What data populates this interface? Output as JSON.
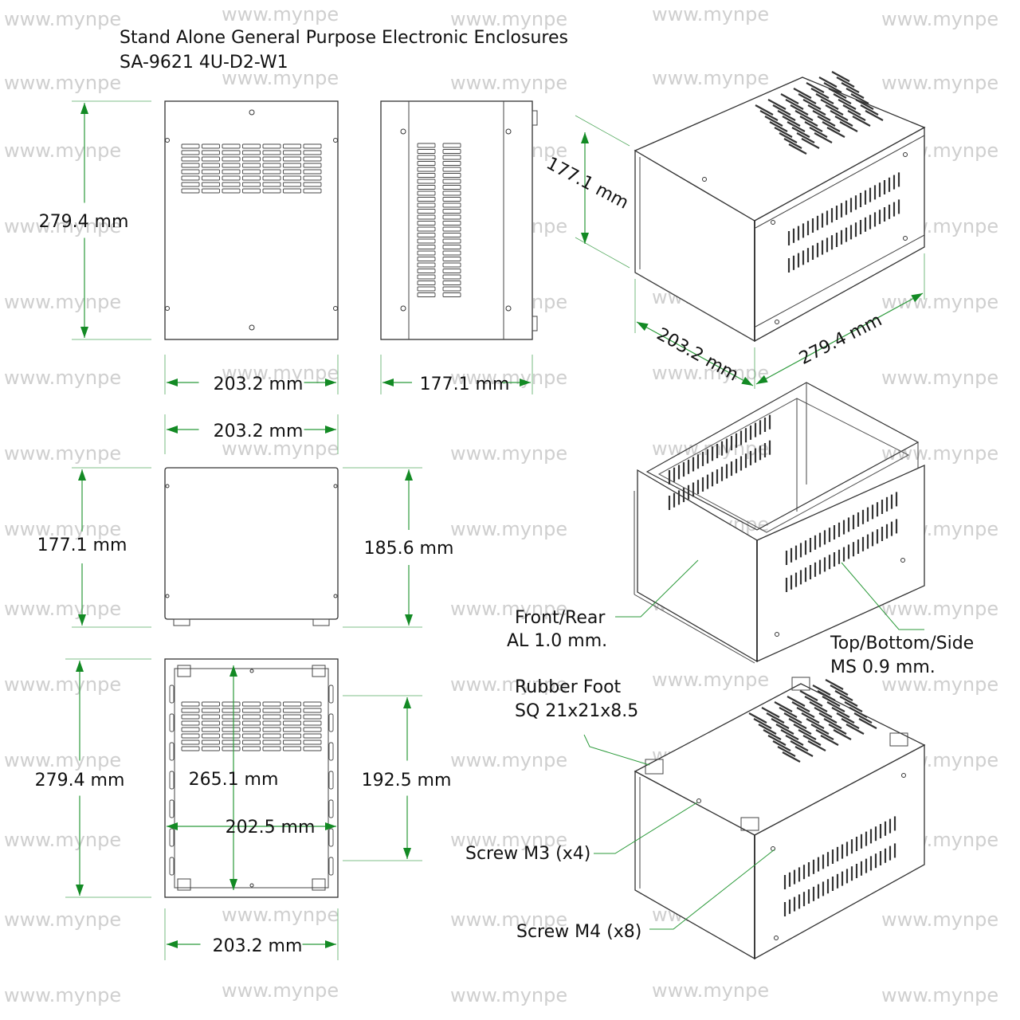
{
  "title": {
    "line1": "Stand Alone General Purpose Electronic Enclosures",
    "line2": "SA-9621 4U-D2-W1"
  },
  "watermark": "www.mynpe",
  "dimensions": {
    "top_height": "279.4 mm",
    "top_width": "203.2 mm",
    "side_depth": "177.1 mm",
    "front_width": "203.2 mm",
    "front_height": "177.1 mm",
    "front_total_height": "185.6 mm",
    "bottom_height": "279.4 mm",
    "bottom_inner_length": "265.1 mm",
    "bottom_inner_width": "202.5 mm",
    "bottom_foot_spacing": "192.5 mm",
    "bottom_width": "203.2 mm",
    "iso_height": "177.1 mm",
    "iso_width": "203.2 mm",
    "iso_depth": "279.4 mm"
  },
  "callouts": {
    "front_rear_1": "Front/Rear",
    "front_rear_2": "AL 1.0 mm.",
    "panel_1": "Top/Bottom/Side",
    "panel_2": "MS 0.9 mm.",
    "foot_1": "Rubber Foot",
    "foot_2": "SQ 21x21x8.5",
    "screw_m3": "Screw M3 (x4)",
    "screw_m4": "Screw M4 (x8)"
  },
  "colors": {
    "dimension": "#2b9a3a",
    "outline": "#333333",
    "watermark": "#cfcfcf"
  }
}
